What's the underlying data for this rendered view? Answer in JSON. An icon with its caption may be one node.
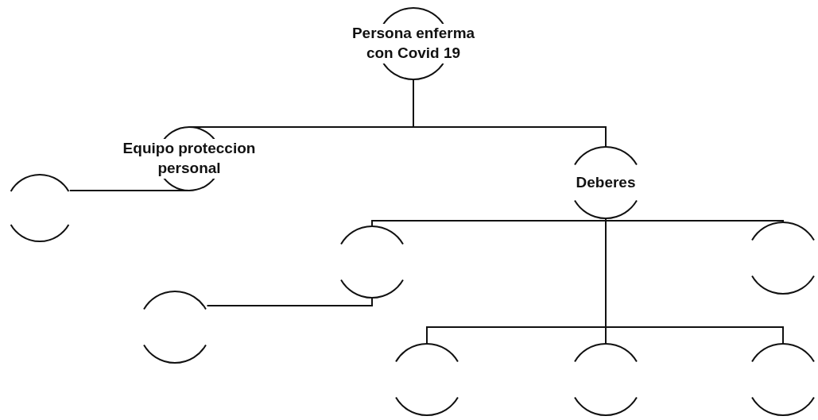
{
  "diagram": {
    "nodes": [
      {
        "text": [
          "Persona enferma con Covid 19"
        ]
      },
      {
        "text": [
          "Equipo proteccion personal"
        ]
      },
      {
        "text": [
          "Deberes"
        ]
      },
      {
        "text": [],
        "shape": "circle"
      },
      {
        "text": [],
        "shape": "circle"
      },
      {
        "text": [],
        "shape": "circle"
      },
      {
        "text": [],
        "shape": "circle"
      },
      {
        "text": [],
        "shape": "circle"
      },
      {
        "text": [],
        "shape": "circle"
      },
      {
        "text": [],
        "shape": "circle"
      }
    ],
    "edges": [
      {
        "from": 0,
        "to": 1,
        "arrow": "none"
      },
      {
        "from": 1,
        "to": 3,
        "arrow": "none"
      },
      {
        "from": 0,
        "to": 2,
        "arrow": "none"
      },
      {
        "from": 2,
        "to": 4,
        "arrow": "none"
      },
      {
        "from": 2,
        "to": 5,
        "arrow": "none"
      },
      {
        "from": 4,
        "to": 6,
        "arrow": "none"
      },
      {
        "from": 2,
        "to": 7,
        "arrow": "none"
      },
      {
        "from": 2,
        "to": 8,
        "arrow": "none"
      },
      {
        "from": 2,
        "to": 9,
        "arrow": "none"
      }
    ]
  }
}
